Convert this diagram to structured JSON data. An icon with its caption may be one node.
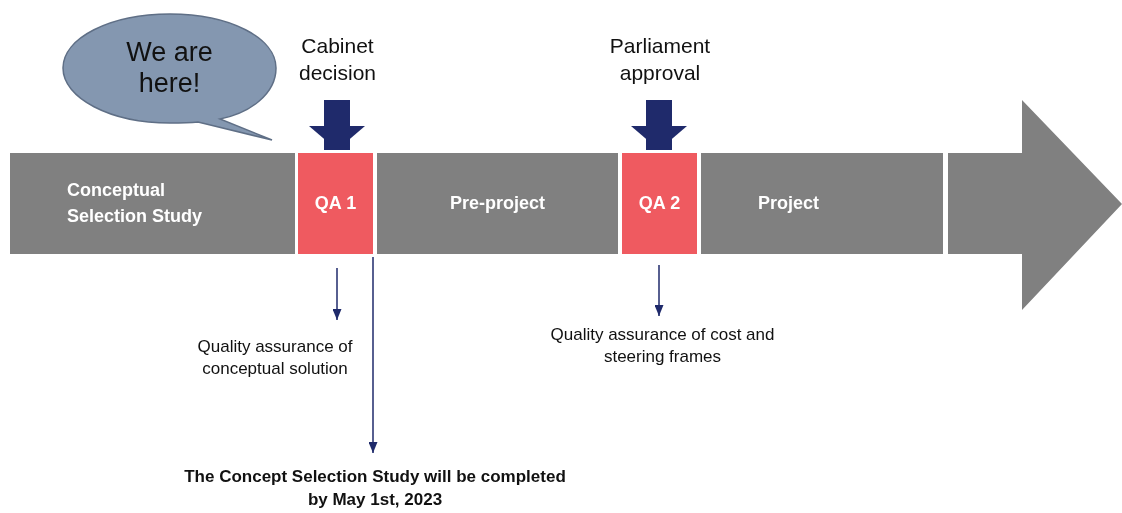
{
  "diagram": {
    "nodes": [
      {
        "text": [
          "We are here!"
        ]
      },
      {
        "text": [
          "Cabinet decision"
        ]
      },
      {
        "text": [
          "Parliament approval"
        ]
      },
      {
        "text": [
          "Conceptual Selection Study"
        ]
      },
      {
        "text": [
          "QA 1"
        ]
      },
      {
        "text": [
          "Pre-project"
        ]
      },
      {
        "text": [
          "QA 2"
        ]
      },
      {
        "text": [
          "Project"
        ]
      },
      {
        "text": [],
        "shape": "arrow"
      },
      {
        "text": [
          "Quality assurance of conceptual solution"
        ]
      },
      {
        "text": [
          "Quality assurance of cost and steering frames"
        ]
      },
      {
        "text": [
          "The Concept Selection Study will be completed by May 1st, 2023"
        ]
      }
    ],
    "edges": [
      {
        "from": 1,
        "to": 4,
        "arrow": "to",
        "style": "thick"
      },
      {
        "from": 2,
        "to": 6,
        "arrow": "to",
        "style": "thick"
      },
      {
        "from": 4,
        "to": 9,
        "arrow": "to"
      },
      {
        "from": 6,
        "to": 10,
        "arrow": "to"
      },
      {
        "from": 4,
        "to": 11,
        "arrow": "to"
      }
    ]
  }
}
